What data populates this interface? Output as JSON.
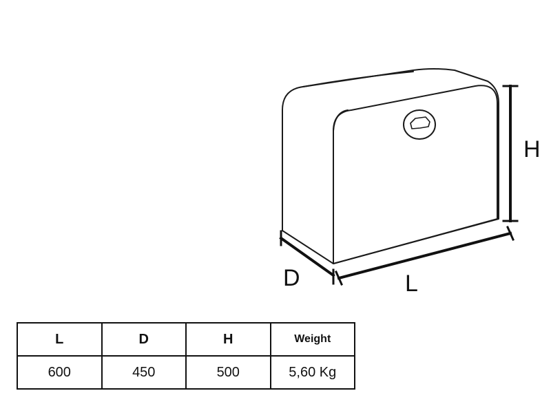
{
  "dimension_labels": {
    "height": "H",
    "depth": "D",
    "length": "L"
  },
  "spec_table": {
    "headers": [
      "L",
      "D",
      "H",
      "Weight"
    ],
    "values": [
      "600",
      "450",
      "500",
      "5,60 Kg"
    ]
  },
  "icons": {
    "box": "storage-box-icon",
    "lock": "lock-emblem-icon"
  }
}
